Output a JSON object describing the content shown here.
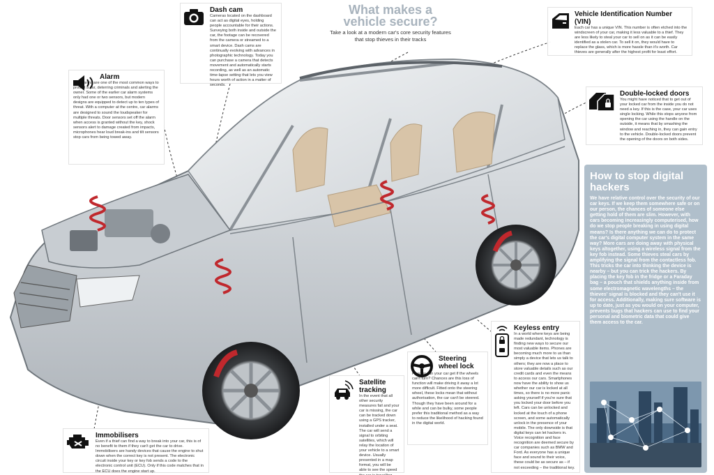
{
  "header": {
    "title": "What makes a vehicle secure?",
    "subtitle": "Take a look at a modern car's core security features that stop thieves in their tracks"
  },
  "features": {
    "dashcam": {
      "title": "Dash cam",
      "body": "Cameras located on the dashboard can act as digital eyes, holding people accountable for their actions. Surveying both inside and outside the car, the footage can be recovered from the camera or streamed to a smart device. Dash cams are continually evolving with advances in photographic technology. Today you can purchase a camera that detects movement and automatically starts recording, as well as an automatic time-lapse setting that lets you view hours worth of action in a matter of seconds."
    },
    "alarm": {
      "title": "Alarm",
      "body": "Car alarms are one of the most common ways to protect a car, deterring criminals and alerting the owner. Some of the earlier car alarm systems only had one or two sensors, but modern designs are equipped to detect up to ten types of threat. With a computer at the centre, car alarms are designed to sound the loudspeaker for multiple threats. Door sensors set off the alarm when access is granted without the key, shock sensors alert to damage created from impacts, microphones hear loud break-ins and tilt sensors stop cars from being towed away."
    },
    "vin": {
      "title": "Vehicle Identification Number (VIN)",
      "body": "Each car has a unique VIN. This number is often etched into the windscreen of your car, making it less valuable to a thief. They are less likely to steal your car to sell on as it can be easily identified as a stolen car. To sell it on, they would have to replace the glass, which is more hassle than it's worth. Car thieves are generally after the highest profit for least effort."
    },
    "doors": {
      "title": "Double-locked doors",
      "body": "You might have noticed that to get out of your locked car from the inside you do not need a key. If this is the case, your car uses single locking. While this stops anyone from opening the car using the handle on the outside, it means that by smashing the window and reaching in, they can gain entry to the vehicle. Double-locked doors prevent the opening of the doors on both sides."
    },
    "keyless": {
      "title": "Keyless entry",
      "body": "In a world where keys are being made redundant, technology is finding new ways to secure our most valuable items. Phones are becoming much more to us than simply a device that lets us talk to others; they are now a place to store valuable details such as our credit cards and even the means to access our cars. Smartphones now have the ability to show us whether our car is locked at all times, so there is no more panic asking yourself if you're sure that you locked your door before you left. Cars can be unlocked and locked at the touch of a phone screen, and some automatically unlock in the presence of your mobile. The only downside is that digital keys can let hackers in. Voice recognition and face recognition are deemed secure by car companies such as BMW and Ford. As everyone has a unique face and sound to their voice, these could be as secure as – if not exceeding – the traditional key."
    },
    "steering": {
      "title": "Steering wheel lock",
      "body": "How far can your car get if the wheels can't turn? Chances are this loss of function will make driving it away a lot more difficult. Fitted onto the steering wheel, these locks mean that without authorisation, the car can't be steered. Though they have been around for a while and can be bulky, some people prefer this traditional method as a way to reduce the likelihood of hacking found in the digital world."
    },
    "satellite": {
      "title": "Satellite tracking",
      "body": "In the event that all other security measures fail and your car is missing, the car can be tracked down using a GPS tracker, installed under a seat. The car will send a signal to orbiting satellites, which will relay the location of your vehicle to a smart device. Usually presented in a map format, you will be able to see the speed the car is travelling – and, most importantly, where it is."
    },
    "immobilisers": {
      "title": "Immobilisers",
      "body": "Even if a thief can find a way to break into your car, this is of no benefit to them if they can't get the car to drive. Immobilisers are handy devices that cause the engine to shut down when the correct key is not present. The electronic circuit inside your key or key fob sends a code to the electronic control unit (ECU). Only if this code matches that in the ECU does the engine start up."
    }
  },
  "sidebar": {
    "title": "How to stop digital hackers",
    "body": "We have relative control over the security of our car keys. If we keep them somewhere safe or on our person, the chances of someone else getting hold of them are slim. However, with cars becoming increasingly computerised, how do we stop people breaking in using digital means? Is there anything we can do to protect the car's digital computer system in the same way? More cars are doing away with physical keys altogether, using a wireless signal from the key fob instead. Some thieves steal cars by amplifying the signal from the contactless fob. This tricks the car into thinking the device is nearby – but you can trick the hackers. By placing the key fob in the fridge or a Faraday bag – a pouch that shields anything inside from some electromagnetic wavelengths – the thieves' signal is blocked and they can't use it for access. Additionally, making sure software is up to date, just as you would on your computer, prevents bugs that hackers can use to find your personal and biometric data that could give them access to the car."
  },
  "icons": {
    "dashcam": "camera-icon",
    "alarm": "speaker-icon",
    "vin": "car-door-icon",
    "doors": "door-lock-icon",
    "keyless": "phone-lock-icon",
    "steering": "steering-wheel-icon",
    "satellite": "car-signal-icon",
    "immobilisers": "engine-icon"
  },
  "colors": {
    "headline": "#a8b3bd",
    "panel": "#b0bfcb",
    "spring": "#c0282d"
  }
}
